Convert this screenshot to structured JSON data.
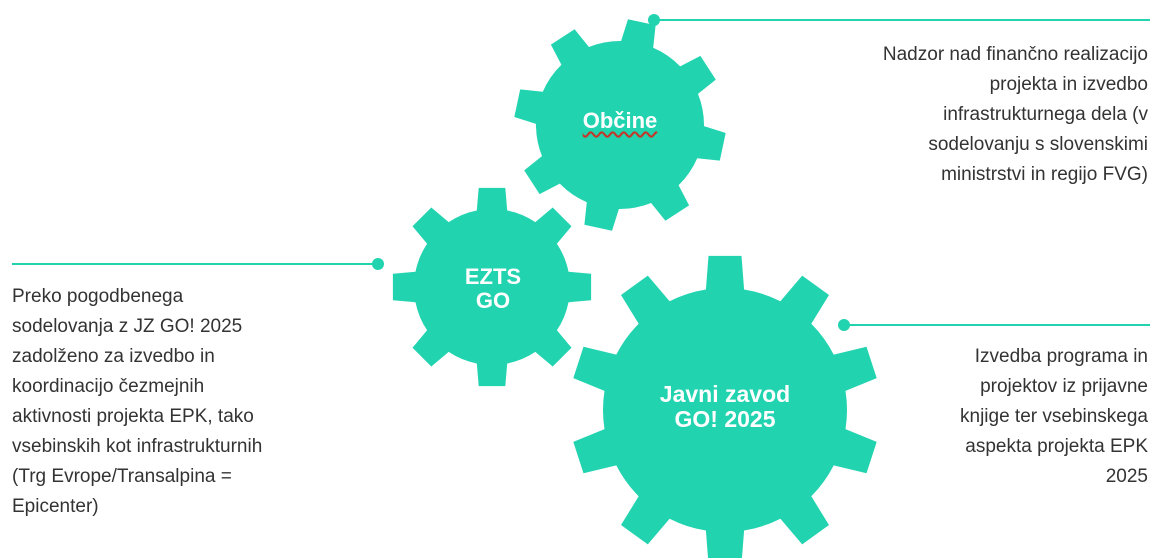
{
  "colors": {
    "gear": "#22d3b0",
    "accent_line": "#22d3b0",
    "text": "#333333",
    "gear_text": "#ffffff"
  },
  "gears": [
    {
      "id": "obcine",
      "label_lines": [
        "Občine"
      ]
    },
    {
      "id": "ezts",
      "label_lines": [
        "EZTS",
        "GO"
      ]
    },
    {
      "id": "javni",
      "label_lines": [
        "Javni zavod",
        "GO! 2025"
      ]
    }
  ],
  "descriptions": {
    "obcine": [
      "Nadzor nad finančno realizacijo",
      "projekta in izvedbo",
      "infrastrukturnega dela (v",
      "sodelovanju s slovenskimi",
      "ministrstvi in regijo FVG)"
    ],
    "ezts": [
      "Preko pogodbenega",
      "sodelovanja z JZ GO! 2025",
      "zadolženo za izvedbo in",
      "koordinacijo čezmejnih",
      "aktivnosti projekta EPK, tako",
      "vsebinskih kot infrastrukturnih",
      "(Trg Evrope/Transalpina =",
      "Epicenter)"
    ],
    "javni": [
      "Izvedba programa in",
      "projektov iz prijavne",
      "knjige ter vsebinskega",
      "aspekta projekta EPK",
      "2025"
    ]
  }
}
